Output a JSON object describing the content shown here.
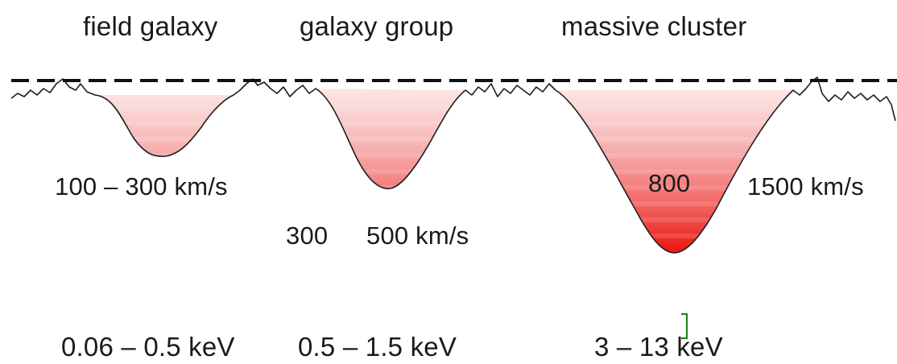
{
  "headers": {
    "field": "field galaxy",
    "group": "galaxy group",
    "cluster": "massive cluster"
  },
  "velocities": {
    "field": "100 – 300 km/s",
    "group_low": "300",
    "group_high": "500 km/s",
    "cluster_low": "800",
    "cluster_high": "1500 km/s"
  },
  "energies": {
    "field": "0.06 – 0.5 keV",
    "group": "0.5 – 1.5 keV",
    "cluster": "3 – 13 keV"
  },
  "colors": {
    "well_light": "#fbe3e3",
    "well_dark": "#e8140c",
    "dashed_line": "#111111",
    "cursor_mark": "#1a8a1a"
  }
}
